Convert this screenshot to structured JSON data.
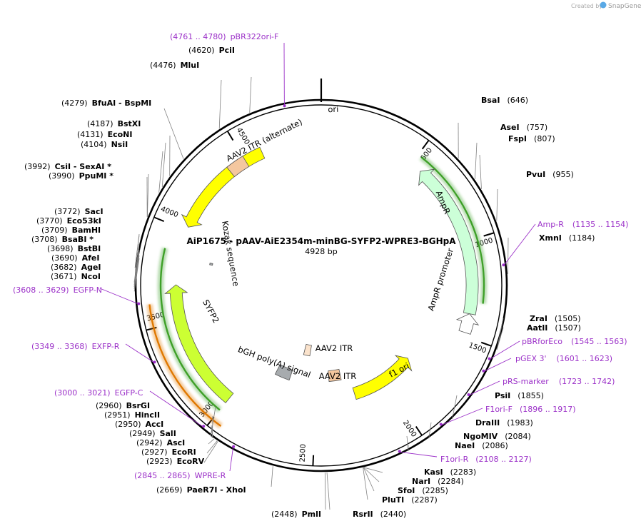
{
  "brand": {
    "prefix": "Created by",
    "name": "SnapGene"
  },
  "map": {
    "title": "AiP1675 - pAAV-AiE2354m-minBG-SYFP2-WPRE3-BGHpA",
    "length_label": "4928 bp",
    "length_bp": 4928,
    "ticks": [
      {
        "bp": 500,
        "label": "500"
      },
      {
        "bp": 1000,
        "label": "1000"
      },
      {
        "bp": 1500,
        "label": "1500"
      },
      {
        "bp": 2000,
        "label": "2000"
      },
      {
        "bp": 2500,
        "label": "2500"
      },
      {
        "bp": 3000,
        "label": "3000"
      },
      {
        "bp": 3500,
        "label": "3500"
      },
      {
        "bp": 4000,
        "label": "4000"
      },
      {
        "bp": 4500,
        "label": "4500"
      }
    ]
  },
  "features": [
    {
      "label": "ori",
      "start": 4020,
      "end": 4600,
      "type": "arrow-ccw",
      "color": "#ffff00"
    },
    {
      "label": "AAV2 ITR (alternate)",
      "start": 4400,
      "end": 4500,
      "type": "box",
      "color": "#f4c79f"
    },
    {
      "label": "AmpR",
      "start": 560,
      "end": 1380,
      "type": "arrow-ccw",
      "color": "#ccffd8"
    },
    {
      "label": "AmpR promoter",
      "start": 1380,
      "end": 1480,
      "type": "arrow-ccw",
      "color": "#ffffff"
    },
    {
      "label": "f1 ori",
      "start": 1780,
      "end": 2230,
      "type": "arrow-ccw",
      "color": "#ffff00"
    },
    {
      "label": "AAV2 ITR",
      "start": 2300,
      "end": 2400,
      "type": "box",
      "color": "#f4c79f"
    },
    {
      "label": "AAV2 ITR",
      "start": 2590,
      "end": 2660,
      "type": "box",
      "color": "#fbe3cc"
    },
    {
      "label": "bGH poly(A) signal",
      "start": 2720,
      "end": 2840,
      "type": "box",
      "color": "#a7abae"
    },
    {
      "label": "SYFP2",
      "start": 3000,
      "end": 3700,
      "type": "arrow-ccw",
      "color": "#ccff33"
    },
    {
      "label": "Kozak sequence",
      "start": 3840,
      "end": 3852,
      "type": "box",
      "color": "#a7abae"
    }
  ],
  "enzymes": [
    {
      "name": "PciI",
      "pos": "(4620)"
    },
    {
      "name": "MluI",
      "pos": "(4476)"
    },
    {
      "name": "BfuAI  -  BspMI",
      "pos": "(4279)"
    },
    {
      "name": "BstXI",
      "pos": "(4187)"
    },
    {
      "name": "EcoNI",
      "pos": "(4131)"
    },
    {
      "name": "NsiI",
      "pos": "(4104)"
    },
    {
      "name": "CsiI  -  SexAI *",
      "pos": "(3992)"
    },
    {
      "name": "PpuMI *",
      "pos": "(3990)"
    },
    {
      "name": "SacI",
      "pos": "(3772)"
    },
    {
      "name": "Eco53kI",
      "pos": "(3770)"
    },
    {
      "name": "BamHI",
      "pos": "(3709)"
    },
    {
      "name": "BsaBI *",
      "pos": "(3708)"
    },
    {
      "name": "BstBI",
      "pos": "(3698)"
    },
    {
      "name": "AfeI",
      "pos": "(3690)"
    },
    {
      "name": "AgeI",
      "pos": "(3682)"
    },
    {
      "name": "NcoI",
      "pos": "(3671)"
    },
    {
      "name": "BsrGI",
      "pos": "(2960)"
    },
    {
      "name": "HincII",
      "pos": "(2951)"
    },
    {
      "name": "AccI",
      "pos": "(2950)"
    },
    {
      "name": "SalI",
      "pos": "(2949)"
    },
    {
      "name": "AscI",
      "pos": "(2942)"
    },
    {
      "name": "EcoRI",
      "pos": "(2927)"
    },
    {
      "name": "EcoRV",
      "pos": "(2923)"
    },
    {
      "name": "PaeR7I  -  XhoI",
      "pos": "(2669)"
    },
    {
      "name": "PmlI",
      "pos": "(2448)"
    },
    {
      "name": "RsrII",
      "pos": "(2440)"
    },
    {
      "name": "PluTI",
      "pos": "(2287)"
    },
    {
      "name": "SfoI",
      "pos": "(2285)"
    },
    {
      "name": "NarI",
      "pos": "(2284)"
    },
    {
      "name": "KasI",
      "pos": "(2283)"
    },
    {
      "name": "NaeI",
      "pos": "(2086)"
    },
    {
      "name": "NgoMIV",
      "pos": "(2084)"
    },
    {
      "name": "DraIII",
      "pos": "(1983)"
    },
    {
      "name": "PsiI",
      "pos": "(1855)"
    },
    {
      "name": "AatII",
      "pos": "(1507)"
    },
    {
      "name": "ZraI",
      "pos": "(1505)"
    },
    {
      "name": "XmnI",
      "pos": "(1184)"
    },
    {
      "name": "PvuI",
      "pos": "(955)"
    },
    {
      "name": "FspI",
      "pos": "(807)"
    },
    {
      "name": "AseI",
      "pos": "(757)"
    },
    {
      "name": "BsaI",
      "pos": "(646)"
    }
  ],
  "primers": [
    {
      "name": "pBR322ori-F",
      "range": "(4761 .. 4780)"
    },
    {
      "name": "EGFP-N",
      "range": "(3608 .. 3629)"
    },
    {
      "name": "EXFP-R",
      "range": "(3349 .. 3368)"
    },
    {
      "name": "EGFP-C",
      "range": "(3000 .. 3021)"
    },
    {
      "name": "WPRE-R",
      "range": "(2845 .. 2865)"
    },
    {
      "name": "F1ori-R",
      "range": "(2108 .. 2127)"
    },
    {
      "name": "F1ori-F",
      "range": "(1896 .. 1917)"
    },
    {
      "name": "pRS-marker",
      "range": "(1723 .. 1742)"
    },
    {
      "name": "pGEX 3'",
      "range": "(1601 .. 1623)"
    },
    {
      "name": "pBRforEco",
      "range": "(1545 .. 1563)"
    },
    {
      "name": "Amp-R",
      "range": "(1135 .. 1154)"
    }
  ],
  "colors": {
    "backbone": "#000000",
    "primer": "#9b30c8",
    "leader": "#808080",
    "green_arc": "#3ea028",
    "orange_arc": "#e07800"
  }
}
